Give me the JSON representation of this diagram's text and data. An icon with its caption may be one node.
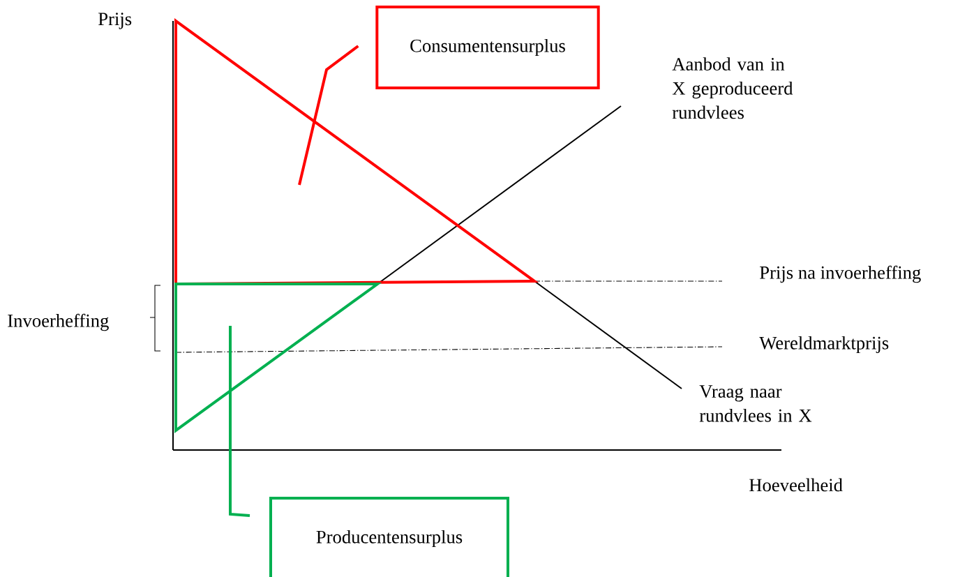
{
  "diagram": {
    "nodes": [
      {
        "text": [
          "Consumentensurplus"
        ]
      },
      {
        "text": [
          "Producentensurplus"
        ]
      },
      {
        "text": [],
        "shape": "triangle"
      },
      {
        "text": [],
        "shape": "triangle"
      }
    ],
    "edges": [
      {
        "from": 0,
        "to": 2,
        "arrow": "none",
        "color": "#ff0000"
      },
      {
        "from": 1,
        "to": 3,
        "arrow": "none",
        "color": "#00b050"
      }
    ],
    "labels": [
      "Prijs",
      "Aanbod van in X geproduceerd rundvlees",
      "Prijs na invoerheffing",
      "Invoerheffing",
      "Wereldmarktprijs",
      "Vraag naar rundvlees in X",
      "Hoeveelheid"
    ]
  }
}
